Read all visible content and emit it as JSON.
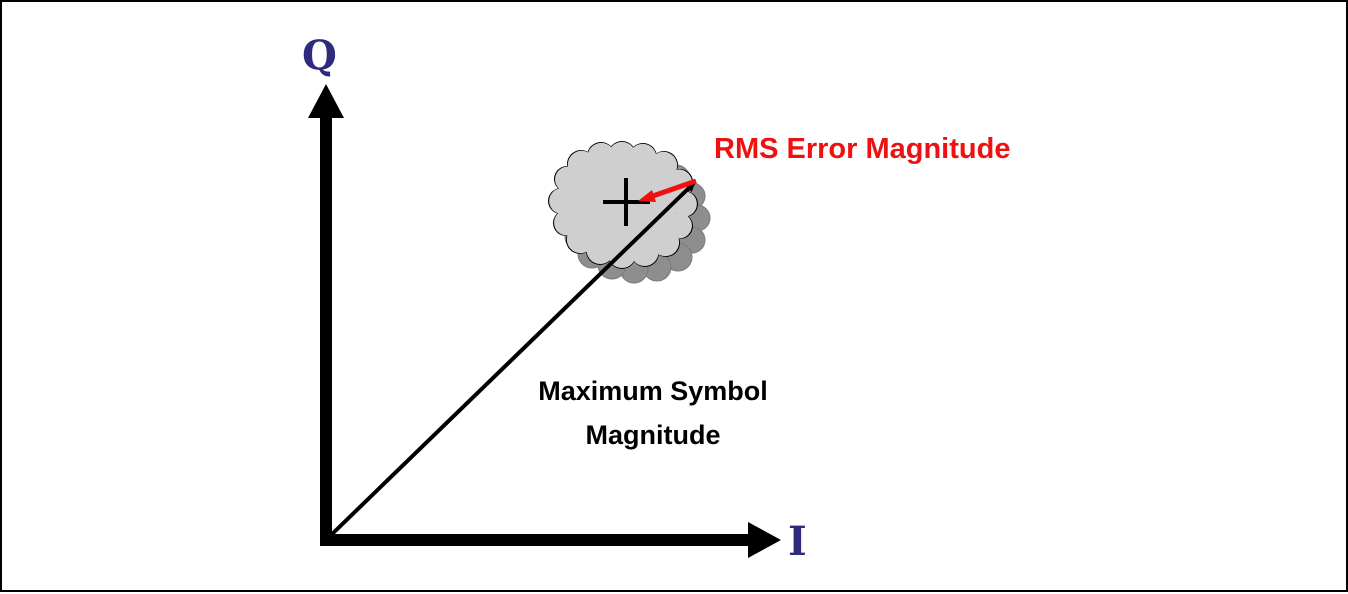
{
  "diagram": {
    "axis_q_label": "Q",
    "axis_i_label": "I",
    "rms_label": "RMS Error Magnitude",
    "max_symbol_label_line1": "Maximum Symbol",
    "max_symbol_label_line2": "Magnitude",
    "colors": {
      "axis_label": "#2e2a7e",
      "rms_label": "#ee1111",
      "error_arrow": "#ee1111",
      "cloud_fill": "#cfcfcf",
      "cloud_shadow": "#8e8e8e",
      "stroke": "#000000"
    },
    "icons": [
      "target-cross-icon",
      "noise-cloud-icon"
    ]
  }
}
